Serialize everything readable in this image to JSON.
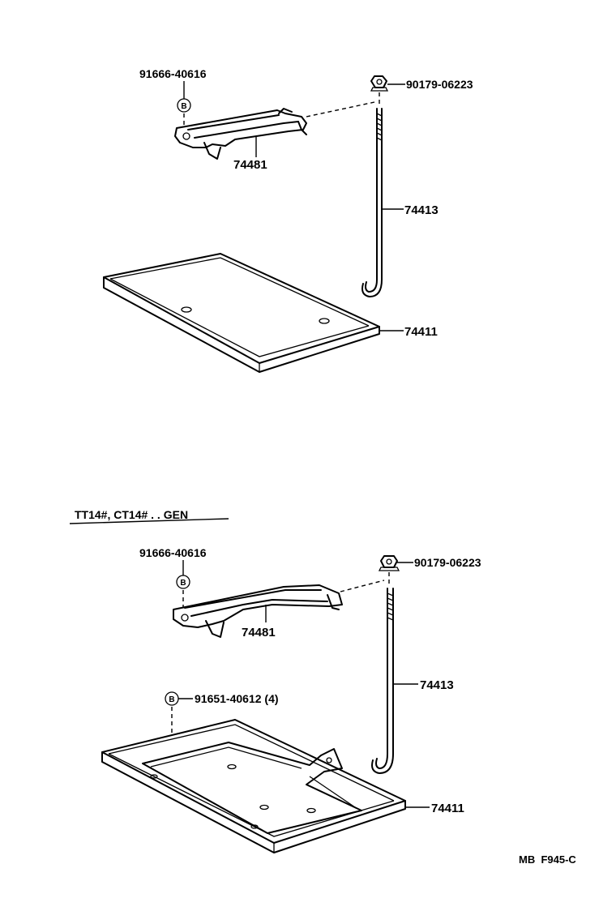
{
  "diagram": {
    "section1": {
      "bolt_label": "91666-40616",
      "bolt_symbol": "B",
      "nut_label": "90179-06223",
      "clamp_label": "74481",
      "rod_label": "74413",
      "tray_label": "74411"
    },
    "section2": {
      "heading": "TT14#, CT14# . . GEN",
      "bolt_label": "91666-40616",
      "bolt_symbol": "B",
      "nut_label": "90179-06223",
      "clamp_label": "74481",
      "rod_label": "74413",
      "tray_bolt_label": "91651-40612 (4)",
      "tray_bolt_symbol": "B",
      "tray_label": "74411"
    },
    "footer_code": "MB  F945-C"
  }
}
